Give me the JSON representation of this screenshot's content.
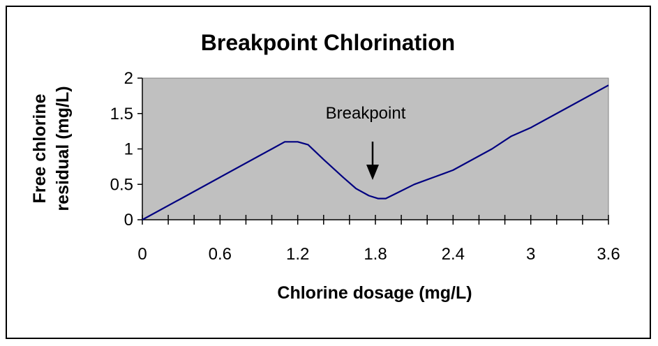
{
  "chart_data": {
    "type": "line",
    "title": "Breakpoint Chlorination",
    "xlabel": "Chlorine dosage (mg/L)",
    "ylabel_lines": [
      "Free chlorine",
      "residual (mg/L)"
    ],
    "xlim": [
      0,
      3.6
    ],
    "ylim": [
      0,
      2
    ],
    "x_ticks": [
      "0",
      "0.6",
      "1.2",
      "1.8",
      "2.4",
      "3",
      "3.6"
    ],
    "y_ticks": [
      "0",
      "0.5",
      "1",
      "1.5",
      "2"
    ],
    "grid": false,
    "legend": "none",
    "plot_background": "#c0c0c0",
    "line_color": "#000080",
    "series": [
      {
        "x": [
          0,
          0.3,
          0.6,
          0.9,
          1.0,
          1.1,
          1.2,
          1.28,
          1.4,
          1.55,
          1.65,
          1.75,
          1.82,
          1.88,
          1.97,
          2.1,
          2.25,
          2.4,
          2.7,
          2.85,
          3.0,
          3.3,
          3.6
        ],
        "y": [
          0,
          0.3,
          0.6,
          0.9,
          1.0,
          1.1,
          1.1,
          1.06,
          0.85,
          0.6,
          0.44,
          0.34,
          0.3,
          0.3,
          0.38,
          0.5,
          0.6,
          0.7,
          1.0,
          1.18,
          1.3,
          1.6,
          1.9
        ]
      }
    ],
    "annotation": {
      "text": "Breakpoint",
      "x": 1.8,
      "y": 0.3
    }
  }
}
